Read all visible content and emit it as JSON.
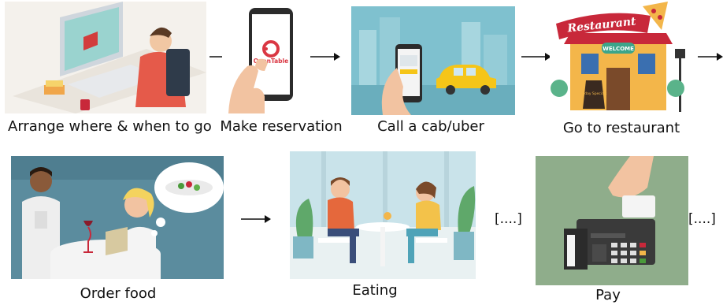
{
  "steps": [
    {
      "label": "Arrange where & when to go"
    },
    {
      "label": "Make reservation"
    },
    {
      "label": "Call a cab/uber"
    },
    {
      "label": "Go to restaurant"
    },
    {
      "label": "Order food"
    },
    {
      "label": "Eating"
    },
    {
      "label": "Pay"
    }
  ],
  "ellipses": [
    "[....]",
    "[....]"
  ],
  "logos": {
    "opentable": "OpenTable",
    "restaurant_sign": "Restaurant",
    "welcome_sign": "WELCOME",
    "board": "Today Specials"
  },
  "colors": {
    "teal_bg": "#5b8c9e",
    "sky": "#e8eef3",
    "sage": "#8fad8b",
    "restaurant_red": "#c8283a",
    "taxi": "#f5c518",
    "opentable_red": "#da3743"
  }
}
